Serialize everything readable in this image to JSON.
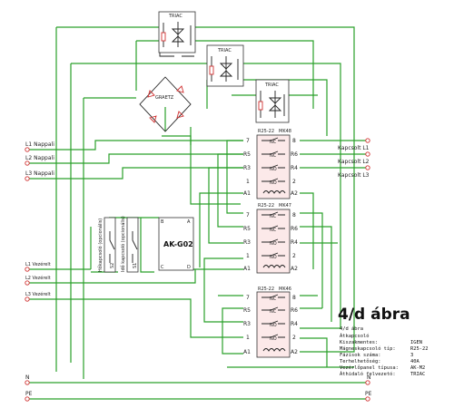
{
  "figure": {
    "title": "4/d ábra",
    "triacs": [
      "TRIAC",
      "TRIAC",
      "TRIAC"
    ],
    "rectifier": "GRAETZ",
    "controller": "AK-G02",
    "controller_pins": [
      "B",
      "A",
      "C",
      "D"
    ],
    "lines": [
      "L1 Nappali",
      "L2 Nappali",
      "L3 Nappali",
      "L1 Vezérelt",
      "L2 Vezérelt",
      "L3 Vezérelt",
      "N",
      "PE"
    ],
    "outputs": [
      "Kapcsolt L1",
      "Kapcsolt L2",
      "Kapcsolt L3"
    ],
    "switches": [
      "Hőkapcsoló (opcionális)",
      "Idő kapcsoló (opcionális)"
    ],
    "switch_refs": [
      "S2",
      "S1"
    ],
    "contactors": [
      {
        "type": "R25-22",
        "ref": "MK48",
        "pins_left": [
          "7",
          "R5",
          "R3",
          "1",
          "A1"
        ],
        "pins_right": [
          "8",
          "R6",
          "R4",
          "2",
          "A2"
        ],
        "contact_labels": [
          "NC",
          "NC",
          "NO",
          "NO"
        ]
      },
      {
        "type": "R25-22",
        "ref": "MK47",
        "pins_left": [
          "7",
          "R5",
          "R3",
          "1",
          "A1"
        ],
        "pins_right": [
          "8",
          "R6",
          "R4",
          "2",
          "A2"
        ],
        "contact_labels": [
          "NC",
          "NC",
          "NO",
          "NO"
        ]
      },
      {
        "type": "R25-22",
        "ref": "MK46",
        "pins_left": [
          "7",
          "R5",
          "R3",
          "1",
          "A1"
        ],
        "pins_right": [
          "8",
          "R6",
          "R4",
          "2",
          "A2"
        ],
        "contact_labels": [
          "NC",
          "NC",
          "NO",
          "NO"
        ]
      }
    ],
    "info_table": {
      "heading": "4/d ábra",
      "rows": [
        {
          "label": "Átkapcsoló",
          "value": ""
        },
        {
          "label": "Kiszakmentes:",
          "value": "IGEN"
        },
        {
          "label": "Mágneskapcsoló típ:",
          "value": "R25-22"
        },
        {
          "label": "Fázisok száma:",
          "value": "3"
        },
        {
          "label": "Terhelhetőség:",
          "value": "40A"
        },
        {
          "label": "Vezérlőpanel típusa:",
          "value": "AK-M2"
        },
        {
          "label": "Áthidaló felvezetó:",
          "value": "TRIAC"
        }
      ]
    }
  }
}
